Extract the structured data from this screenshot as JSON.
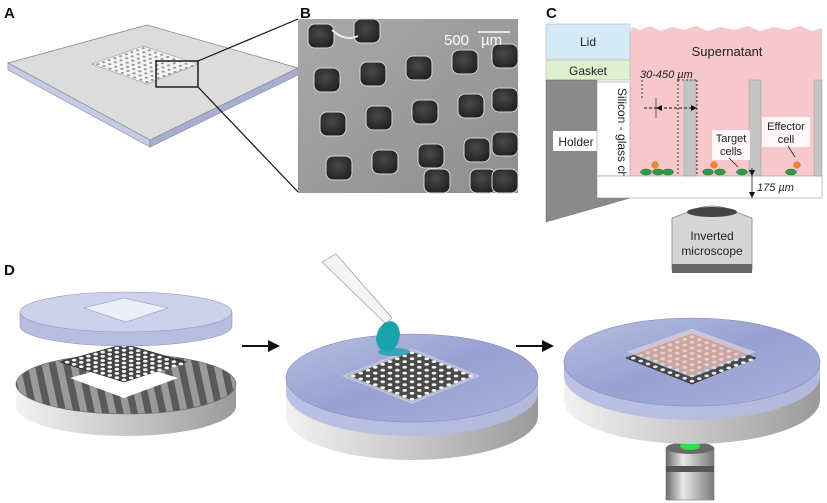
{
  "panels": {
    "a": "A",
    "b": "B",
    "c": "C",
    "d": "D"
  },
  "micrograph": {
    "scale_value": "500",
    "scale_unit": "µm"
  },
  "schematic": {
    "lid": "Lid",
    "gasket": "Gasket",
    "holder": "Holder",
    "chip": "Silicon - glass chip",
    "supernatant": "Supernatant",
    "well_width": "30-450 µm",
    "target_cells_line1": "Target",
    "target_cells_line2": "cells",
    "effector_cell_line1": "Effector",
    "effector_cell_line2": "cell",
    "glass_thickness": "175 µm",
    "microscope_line1": "Inverted",
    "microscope_line2": "microscope"
  },
  "colors": {
    "supernatant": "#f6c8cc",
    "lid": "#d5e9f7",
    "gasket": "#dff0cf",
    "holder": "#8a8a8a",
    "chip": "#c4c4c4",
    "droplet": "#1aa2ad",
    "objective_light": "#2ee04a"
  }
}
